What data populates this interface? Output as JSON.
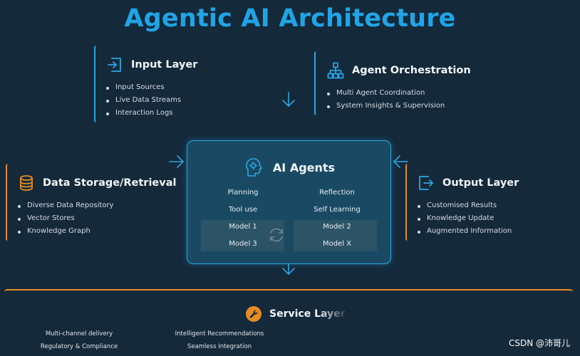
{
  "title": "Agentic AI Architecture",
  "colors": {
    "accent": "#1fa5e6",
    "orange": "#e58c23",
    "background": "#14293a",
    "agents_panel": "#1a4a63"
  },
  "input_layer": {
    "title": "Input Layer",
    "icon": "sign-in-icon",
    "items": [
      "Input Sources",
      "Live Data Streams",
      "Interaction Logs"
    ]
  },
  "orchestration": {
    "title": "Agent Orchestration",
    "icon": "network-hierarchy-icon",
    "items": [
      "Multi Agent Coordination",
      "System Insights & Supervision"
    ]
  },
  "data_storage": {
    "title": "Data Storage/Retrieval",
    "icon": "database-icon",
    "items": [
      "Diverse Data Repository",
      "Vector Stores",
      "Knowledge Graph"
    ]
  },
  "output_layer": {
    "title": "Output Layer",
    "icon": "sign-out-icon",
    "items": [
      "Customised Results",
      "Knowledge Update",
      "Augmented Information"
    ]
  },
  "ai_agents": {
    "title": "AI Agents",
    "icon": "brain-gear-icon",
    "capabilities": [
      "Planning",
      "Reflection",
      "Tool use",
      "Self Learning"
    ],
    "models": [
      "Model 1",
      "Model 2",
      "Model 3",
      "Model X"
    ]
  },
  "service_layer": {
    "title": "Service Layer",
    "icon": "wrench-icon",
    "items": [
      "Multi-channel delivery",
      "Intelligent Recommendations",
      "Regulatory & Compliance",
      "Seamless Integration"
    ]
  },
  "watermark": "CSDN @沛哥儿"
}
